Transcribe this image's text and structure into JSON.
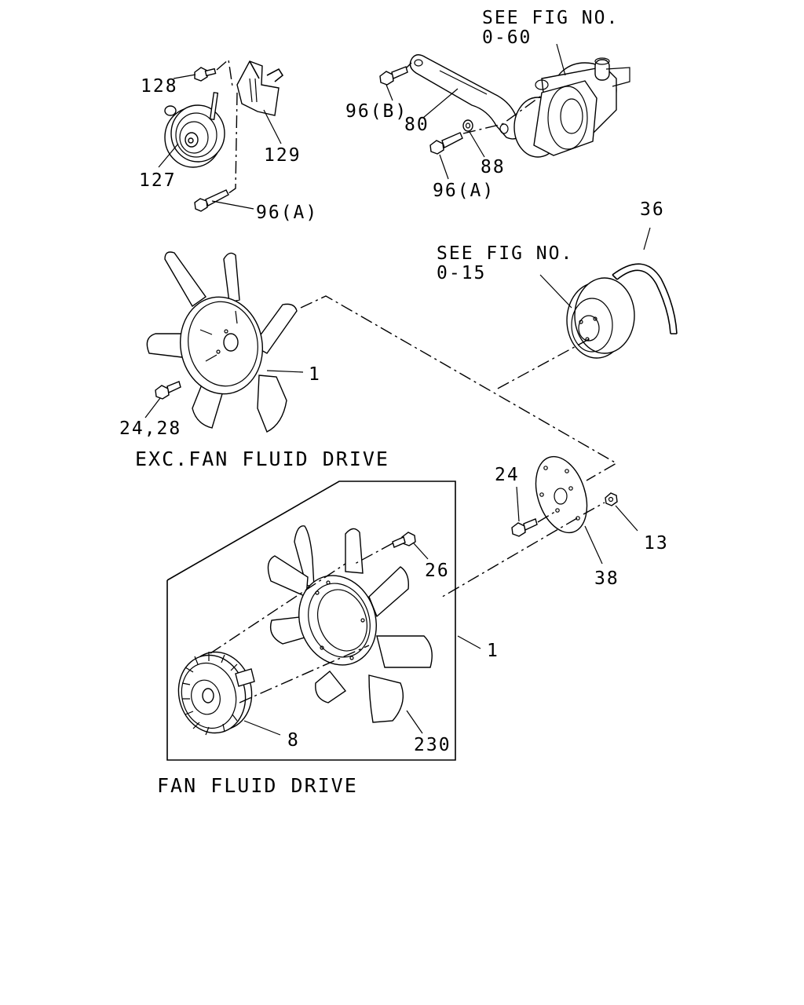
{
  "diagram": {
    "references": {
      "fig_top": [
        "SEE FIG NO.",
        "0-60"
      ],
      "fig_mid": [
        "SEE FIG NO.",
        "0-15"
      ]
    },
    "captions": {
      "exc_fluid_drive": "EXC.FAN FLUID DRIVE",
      "fluid_drive": "FAN FLUID DRIVE"
    },
    "part_numbers": {
      "p128": "128",
      "p127": "127",
      "p129": "129",
      "p96a_left": "96(A)",
      "p96b": "96(B)",
      "p80": "80",
      "p88": "88",
      "p96a_right": "96(A)",
      "p36": "36",
      "p1_top": "1",
      "p24_28": "24,28",
      "p24": "24",
      "p13": "13",
      "p38": "38",
      "p26": "26",
      "p1_bottom": "1",
      "p8": "8",
      "p230": "230"
    }
  }
}
